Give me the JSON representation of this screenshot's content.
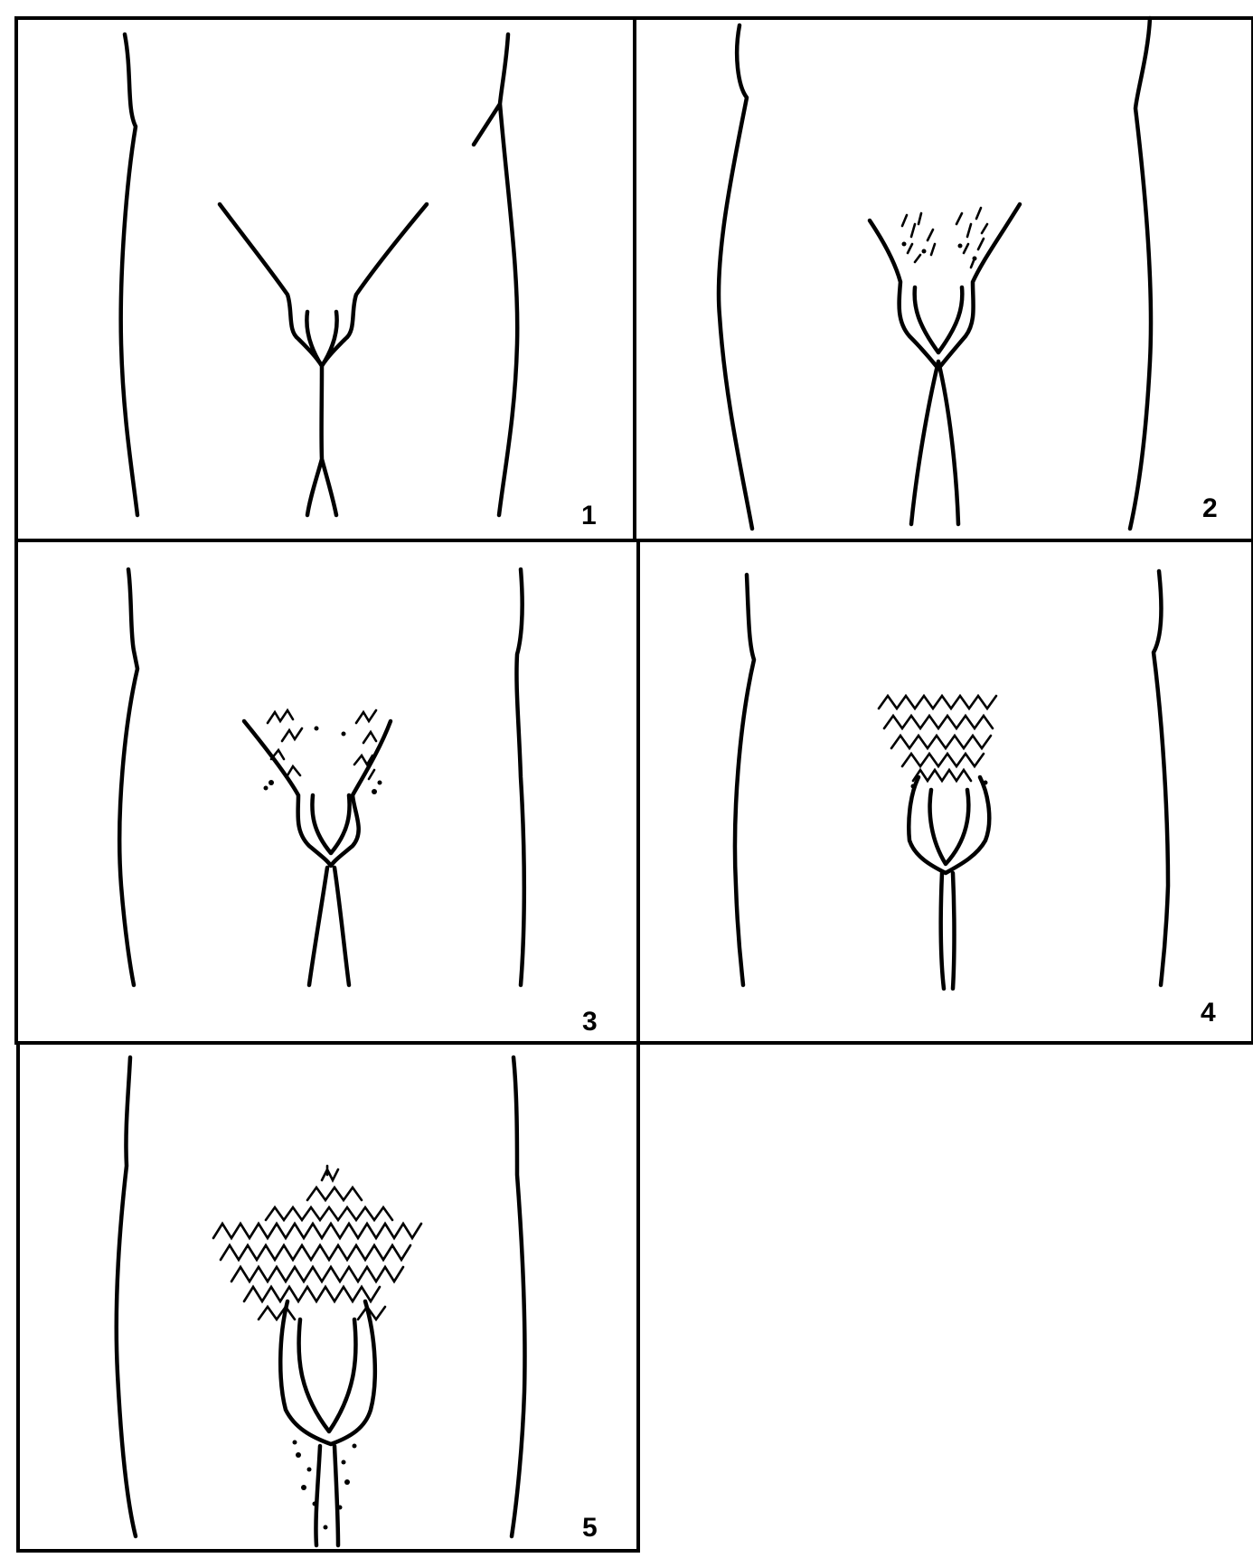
{
  "panels": [
    {
      "label": "1",
      "stage": 1
    },
    {
      "label": "2",
      "stage": 2
    },
    {
      "label": "3",
      "stage": 3
    },
    {
      "label": "4",
      "stage": 4
    },
    {
      "label": "5",
      "stage": 5
    }
  ],
  "colors": {
    "ink": "#000000",
    "paper": "#ffffff"
  }
}
